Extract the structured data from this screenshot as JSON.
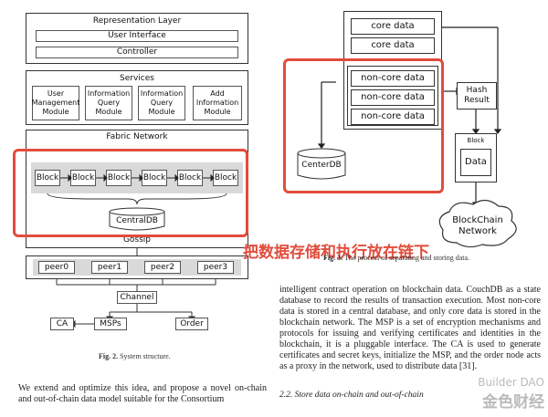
{
  "left_figure": {
    "representation_layer": {
      "title": "Representation Layer",
      "items": [
        "User Interface",
        "Controller"
      ]
    },
    "services": {
      "title": "Services",
      "modules": [
        "User Management Module",
        "Information Query Module",
        "Information Query Module",
        "Add Information Module"
      ]
    },
    "fabric_network": {
      "title": "Fabric Network",
      "blocks": [
        "Block",
        "Block",
        "Block",
        "Block",
        "Block",
        "Block"
      ],
      "db": "CentralDB",
      "gossip": "Gossip"
    },
    "peers": [
      "peer0",
      "peer1",
      "peer2",
      "peer3"
    ],
    "channel": "Channel",
    "ca": "CA",
    "msps": "MSPs",
    "order": "Order",
    "caption_prefix": "Fig. 2.",
    "caption_text": "System structure."
  },
  "right_figure": {
    "core_data": [
      "core data",
      "core data"
    ],
    "non_core_data": [
      "non-core data",
      "non-core data",
      "non-core data"
    ],
    "hash_result": "Hash Result",
    "block_label": "Block",
    "data_label": "Data",
    "center_db": "CenterDB",
    "network": "BlockChain Network",
    "caption_prefix": "Fig. 3.",
    "caption_text": "The process of separating and storing data."
  },
  "overlay_chinese": "把数据存储和执行放在链下",
  "right_paragraph": "intelligent contract operation on blockchain data. CouchDB as a state database to record the results of transaction execution. Most non-core data is stored in a central database, and only core data is stored in the blockchain network. The MSP is a set of encryption mechanisms and protocols for issuing and verifying certificates and identities in the blockchain, it is a pluggable interface. The CA is used to generate certificates and secret keys, initialize the MSP, and the order node acts as a proxy in the network, used to distribute data [31].",
  "section_heading": "2.2. Store data on-chain and out-of-chain",
  "left_paragraph": "We extend and optimize this idea, and propose a novel on-chain and out-of-chain data model suitable for the Consortium",
  "watermark": {
    "line1": "Builder DAO",
    "line2": "金色财经"
  },
  "colors": {
    "highlight_red": "#e24c3c",
    "box_gray": "#d9d9d9"
  }
}
